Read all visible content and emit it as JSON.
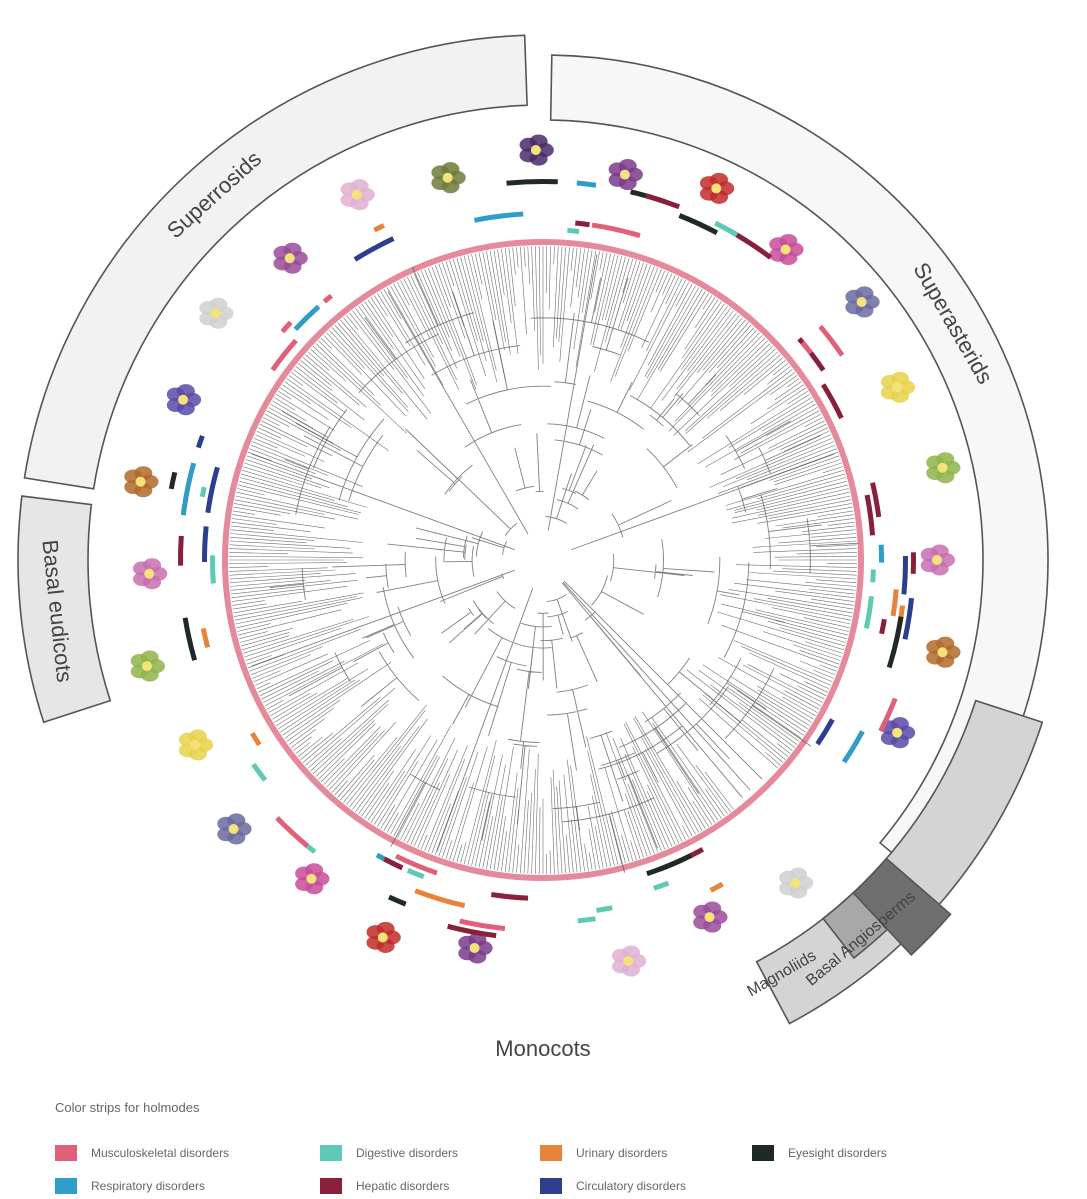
{
  "clades": [
    {
      "id": "superrosids",
      "label": "Superrosids",
      "fill": "#f2f2f2"
    },
    {
      "id": "superasterids",
      "label": "Superasterids",
      "fill": "#f7f7f7"
    },
    {
      "id": "basal-eudicots",
      "label": "Basal eudicots",
      "fill": "#e6e6e6"
    },
    {
      "id": "monocots",
      "label": "Monocots",
      "fill": "#d4d4d4"
    },
    {
      "id": "magnoliids",
      "label": "Magnoliids",
      "fill": "#a8a8a8"
    },
    {
      "id": "basal-angiosperms",
      "label": "Basal Angiosperms",
      "fill": "#6f6f6f"
    }
  ],
  "legend": {
    "title": "Color strips for holmodes",
    "items": [
      {
        "label": "Musculoskeletal disorders",
        "color": "#e0607a"
      },
      {
        "label": "Digestive disorders",
        "color": "#5ec9b4"
      },
      {
        "label": "Urinary disorders",
        "color": "#e8843a"
      },
      {
        "label": "Eyesight disorders",
        "color": "#1f2a24"
      },
      {
        "label": "Respiratory disorders",
        "color": "#2f9dc8"
      },
      {
        "label": "Hepatic disorders",
        "color": "#8a1f3c"
      },
      {
        "label": "Circulatory disorders",
        "color": "#2c3f8e"
      }
    ]
  }
}
